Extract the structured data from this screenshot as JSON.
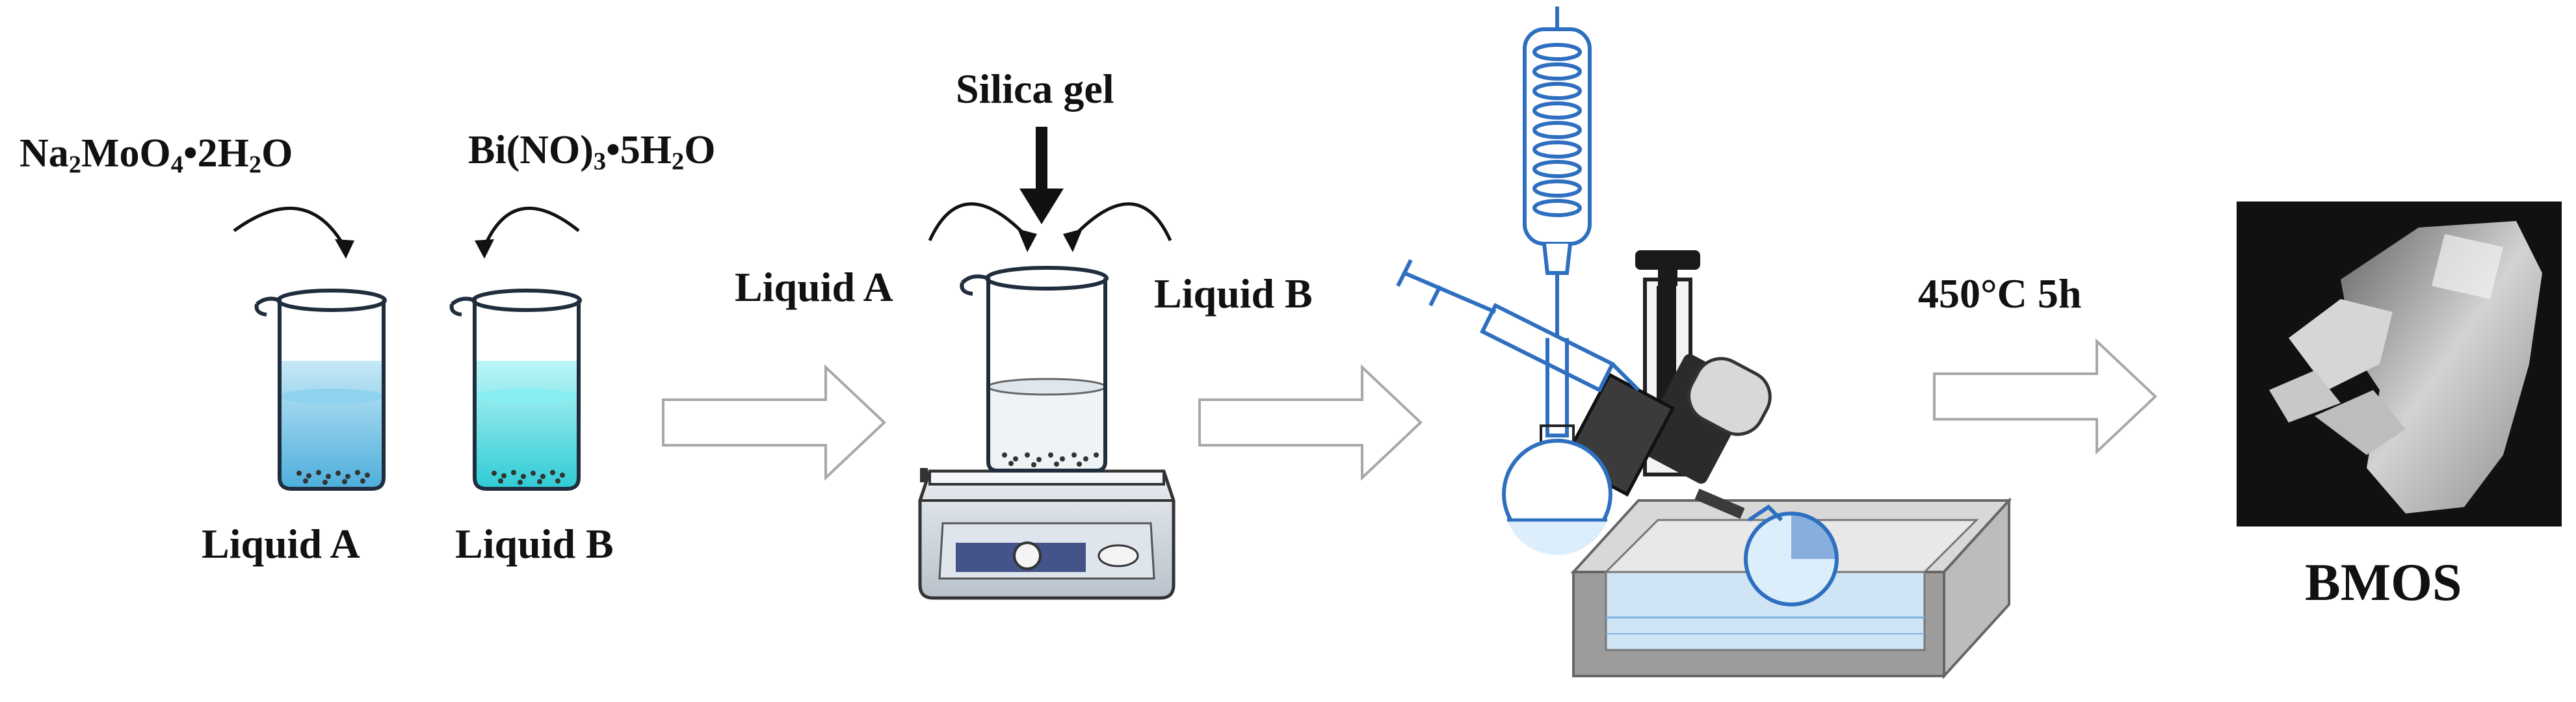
{
  "reagents": {
    "a": {
      "prefix": "Na",
      "s1": "2",
      "mid": "MoO",
      "s2": "4",
      "suffix": "•2H",
      "s3": "2",
      "end": "O"
    },
    "b": {
      "prefix": "Bi(NO)",
      "s1": "3",
      "suffix": "•5H",
      "s2": "2",
      "end": "O"
    }
  },
  "labels": {
    "liquid_a": "Liquid A",
    "liquid_b": "Liquid B",
    "silica_gel": "Silica gel",
    "mix_liquid_a": "Liquid A",
    "mix_liquid_b": "Liquid B",
    "calcination": "450°C 5h",
    "product": "BMOS"
  },
  "colors": {
    "liquid_a": "#59b8e0",
    "liquid_b": "#3cd6dd",
    "glass": "#1f2d3d",
    "apparatus_blue": "#2f6fc0",
    "flow_arrow": "#9a9a9a",
    "sem_background": "#111111"
  }
}
